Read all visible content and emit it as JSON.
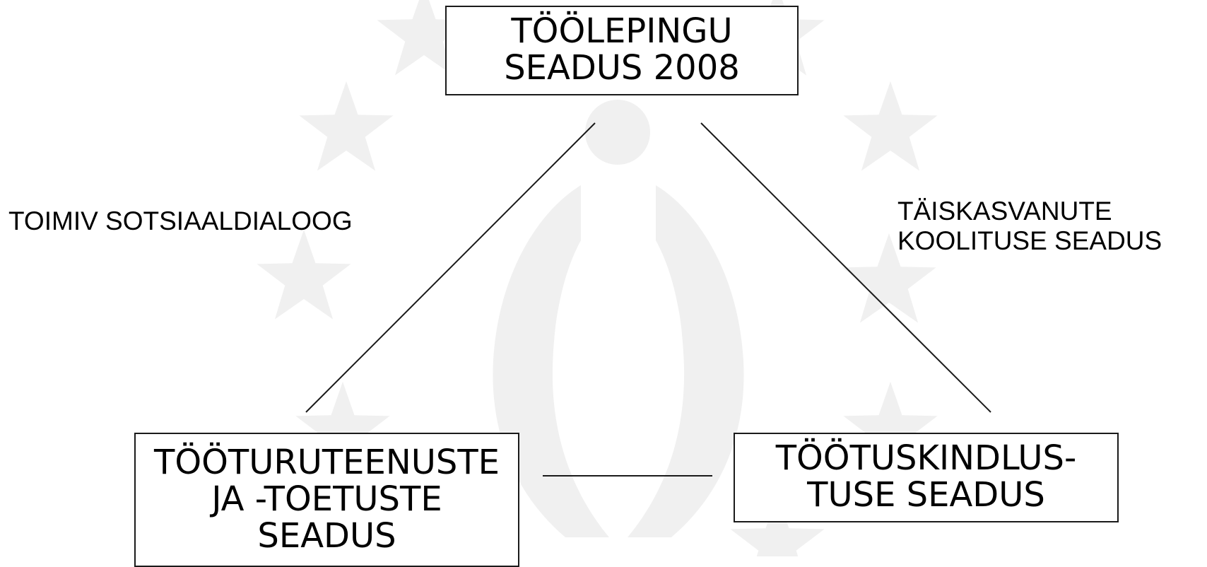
{
  "boxes": {
    "top": {
      "line1": "TÖÖLEPINGU",
      "line2": "SEADUS 2008"
    },
    "left": {
      "line1": "TÖÖTURUTEENUSTE",
      "line2": "JA -TOETUSTE",
      "line3": "SEADUS"
    },
    "right": {
      "line1": "TÖÖTUSKINDLUS-",
      "line2": "TUSE SEADUS"
    }
  },
  "labels": {
    "left": "TOIMIV SOTSIAALDIALOOG",
    "right": {
      "line1": "TÄISKASVANUTE",
      "line2": "KOOLITUSE SEADUS"
    }
  },
  "colors": {
    "watermark": "#f0f0f0",
    "line": "#1a1a1a"
  }
}
